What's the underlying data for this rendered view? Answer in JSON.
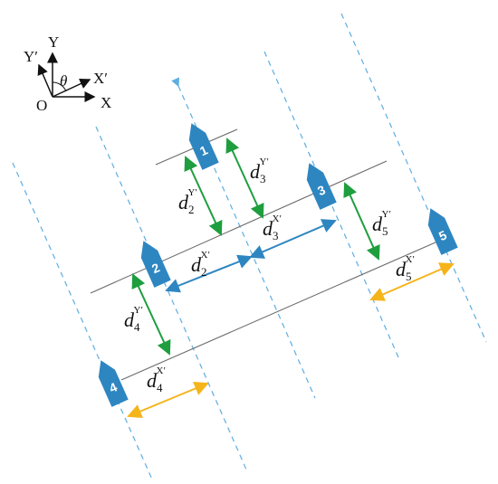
{
  "frame": {
    "origin_label": "O",
    "x_label": "X",
    "y_label": "Y",
    "x_prime_label": "X′",
    "y_prime_label": "Y′",
    "theta_label": "θ"
  },
  "boats": [
    {
      "id": "1",
      "label": "1"
    },
    {
      "id": "2",
      "label": "2"
    },
    {
      "id": "3",
      "label": "3"
    },
    {
      "id": "4",
      "label": "4"
    },
    {
      "id": "5",
      "label": "5"
    }
  ],
  "distances": [
    {
      "name": "d2-y",
      "base": "d",
      "sub": "2",
      "sup": "Y′"
    },
    {
      "name": "d3-y",
      "base": "d",
      "sub": "3",
      "sup": "Y′"
    },
    {
      "name": "d2-x",
      "base": "d",
      "sub": "2",
      "sup": "X′"
    },
    {
      "name": "d3-x",
      "base": "d",
      "sub": "3",
      "sup": "X′"
    },
    {
      "name": "d5-y",
      "base": "d",
      "sub": "5",
      "sup": "Y′"
    },
    {
      "name": "d4-y",
      "base": "d",
      "sub": "4",
      "sup": "Y′"
    },
    {
      "name": "d4-x",
      "base": "d",
      "sub": "4",
      "sup": "X′"
    },
    {
      "name": "d5-x",
      "base": "d",
      "sub": "5",
      "sup": "X′"
    }
  ],
  "colors": {
    "boat": "#2E86C1",
    "dashed": "#5DADE2",
    "green": "#1E9E3E",
    "blue_arrow": "#2E86C1",
    "orange": "#F5B41A",
    "gray_line": "#6b6b6b"
  }
}
